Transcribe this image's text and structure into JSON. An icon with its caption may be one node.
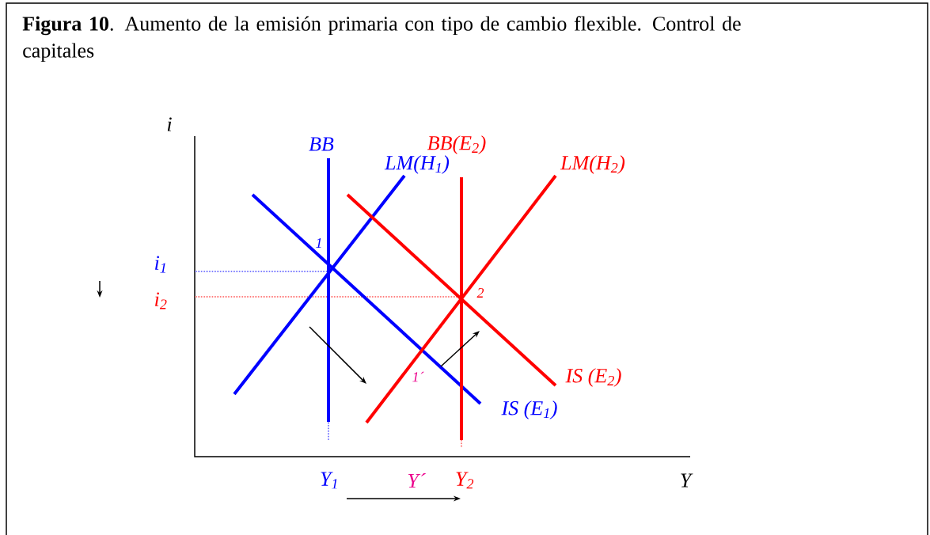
{
  "diagram": {
    "title": "**Figura 10**. Aumento de la emisión primaria con tipo de cambio flexible. Control de capitales",
    "labels": [
      "i",
      "BB",
      "BB(E$_{2}$)",
      "LM(H$_{1}$)",
      "LM(H$_{2}$)",
      "1",
      "i$_{1}$",
      "i$_{2}$",
      "2",
      "1´",
      "IS (E$_{2}$)",
      "IS (E$_{1}$)",
      "Y$_{1}$",
      "Y´",
      "Y$_{2}$",
      "Y"
    ]
  }
}
